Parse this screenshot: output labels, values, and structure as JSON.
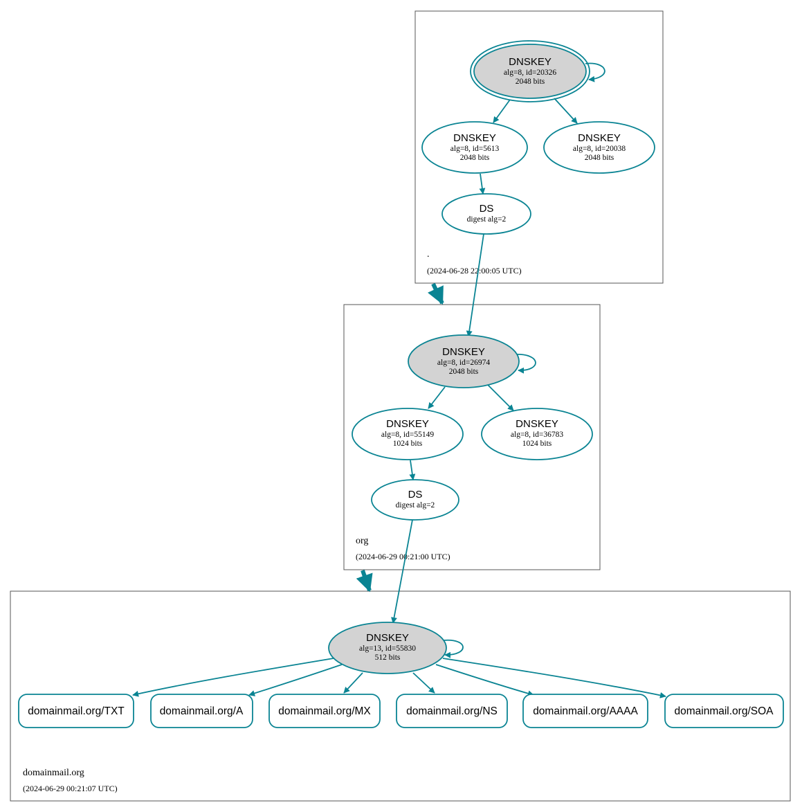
{
  "colors": {
    "edge": "#0a8493",
    "node_border": "#0a8493",
    "key_fill": "#d3d3d3",
    "zone_border": "#555555",
    "background": "#ffffff"
  },
  "zones": [
    {
      "id": "root",
      "name": ".",
      "timestamp": "(2024-06-28 22:00:05 UTC)"
    },
    {
      "id": "org",
      "name": "org",
      "timestamp": "(2024-06-29 00:21:00 UTC)"
    },
    {
      "id": "domainmail",
      "name": "domainmail.org",
      "timestamp": "(2024-06-29 00:21:07 UTC)"
    }
  ],
  "nodes": {
    "root_ksk": {
      "title": "DNSKEY",
      "line1": "alg=8, id=20326",
      "line2": "2048 bits"
    },
    "root_zsk1": {
      "title": "DNSKEY",
      "line1": "alg=8, id=5613",
      "line2": "2048 bits"
    },
    "root_zsk2": {
      "title": "DNSKEY",
      "line1": "alg=8, id=20038",
      "line2": "2048 bits"
    },
    "root_ds": {
      "title": "DS",
      "line1": "digest alg=2"
    },
    "org_ksk": {
      "title": "DNSKEY",
      "line1": "alg=8, id=26974",
      "line2": "2048 bits"
    },
    "org_zsk1": {
      "title": "DNSKEY",
      "line1": "alg=8, id=55149",
      "line2": "1024 bits"
    },
    "org_zsk2": {
      "title": "DNSKEY",
      "line1": "alg=8, id=36783",
      "line2": "1024 bits"
    },
    "org_ds": {
      "title": "DS",
      "line1": "digest alg=2"
    },
    "dm_key": {
      "title": "DNSKEY",
      "line1": "alg=13, id=55830",
      "line2": "512 bits"
    }
  },
  "records": [
    {
      "label": "domainmail.org/TXT"
    },
    {
      "label": "domainmail.org/A"
    },
    {
      "label": "domainmail.org/MX"
    },
    {
      "label": "domainmail.org/NS"
    },
    {
      "label": "domainmail.org/AAAA"
    },
    {
      "label": "domainmail.org/SOA"
    }
  ]
}
